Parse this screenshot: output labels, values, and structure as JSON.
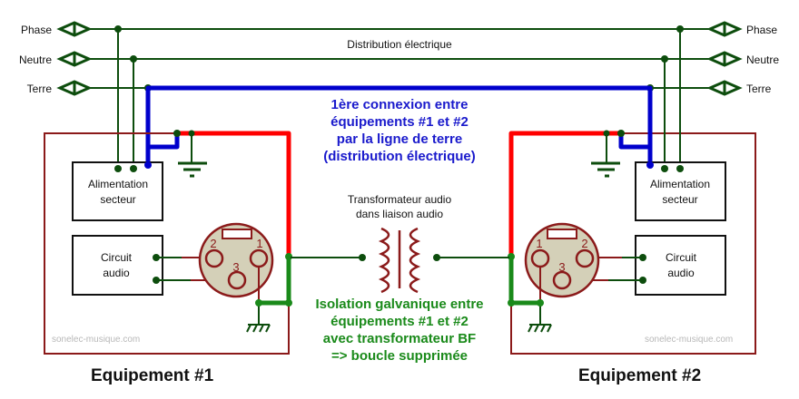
{
  "lines": {
    "left": [
      "Phase",
      "Neutre",
      "Terre"
    ],
    "right": [
      "Phase",
      "Neutre",
      "Terre"
    ]
  },
  "distribution_label": "Distribution électrique",
  "blue_note": [
    "1ère connexion entre",
    "équipements #1 et #2",
    "par la ligne de terre",
    "(distribution électrique)"
  ],
  "green_note": [
    "Isolation galvanique entre",
    "équipements #1 et #2",
    "avec transformateur BF",
    "=> boucle supprimée"
  ],
  "transformer_label": [
    "Transformateur audio",
    "dans liaison audio"
  ],
  "equipment": [
    {
      "title": "Equipement #1",
      "psu_label": [
        "Alimentation",
        "secteur"
      ],
      "audio_label": [
        "Circuit",
        "audio"
      ],
      "pins": [
        "1",
        "2",
        "3"
      ],
      "watermark": "sonelec-musique.com"
    },
    {
      "title": "Equipement #2",
      "psu_label": [
        "Alimentation",
        "secteur"
      ],
      "audio_label": [
        "Circuit",
        "audio"
      ],
      "pins": [
        "1",
        "2",
        "3"
      ],
      "watermark": "sonelec-musique.com"
    }
  ],
  "colors": {
    "mains_wire": "#0d4d0d",
    "earth_loop": "#0000cc",
    "shield_red": "#ff0000",
    "shield_green": "#1a8a1a",
    "box_border": "#8b1a1a",
    "connector_fill": "#d4d0b8"
  }
}
